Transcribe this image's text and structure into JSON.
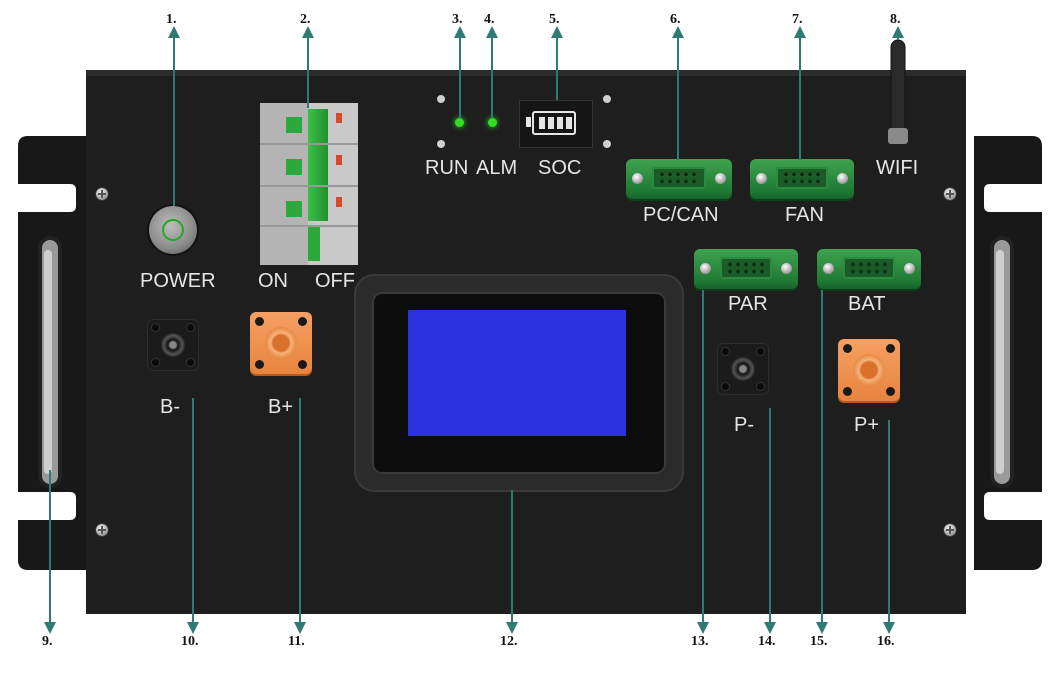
{
  "callouts": [
    {
      "num": "1.",
      "label": "POWER"
    },
    {
      "num": "2.",
      "label": "ON"
    },
    {
      "num": "3.",
      "label": "RUN"
    },
    {
      "num": "4.",
      "label": "ALM"
    },
    {
      "num": "5.",
      "label": "SOC"
    },
    {
      "num": "6.",
      "label": "PC/CAN"
    },
    {
      "num": "7.",
      "label": "FAN"
    },
    {
      "num": "8.",
      "label": "WIFI"
    },
    {
      "num": "9.",
      "label": ""
    },
    {
      "num": "10.",
      "label": "B-"
    },
    {
      "num": "11.",
      "label": "B+"
    },
    {
      "num": "12.",
      "label": ""
    },
    {
      "num": "13.",
      "label": "PAR"
    },
    {
      "num": "14.",
      "label": "P-"
    },
    {
      "num": "15.",
      "label": "BAT"
    },
    {
      "num": "16.",
      "label": "P+"
    }
  ],
  "switch_off_label": "OFF",
  "colors": {
    "panel": "#1e1e1e",
    "leader_line": "#2f7a72",
    "led": "#33dd22",
    "connector": "#2e9043",
    "terminal_positive": "#ee8a46",
    "lcd": "#2a33dd"
  }
}
